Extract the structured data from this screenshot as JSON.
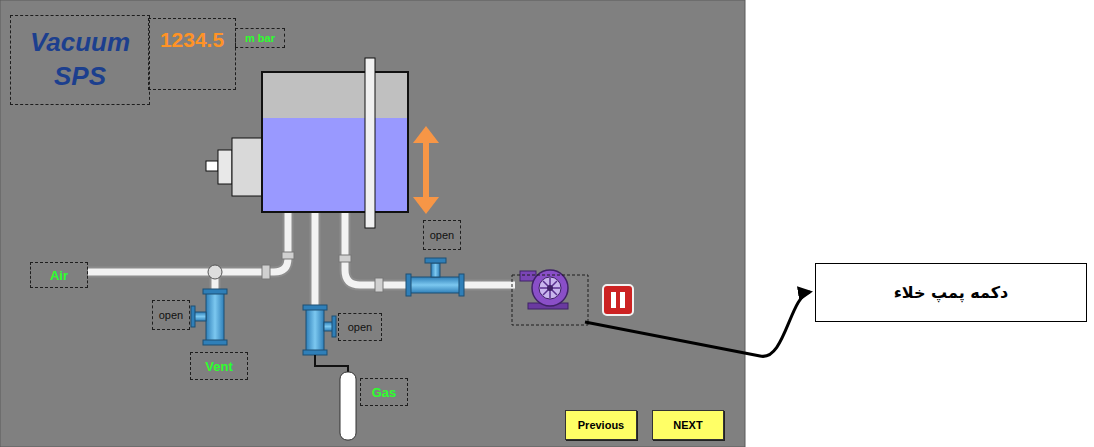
{
  "diagram": {
    "nodes": [
      {
        "text": [
          "Vacuum SPS"
        ]
      },
      {
        "text": [
          "1234.5"
        ]
      },
      {
        "text": [
          "m bar"
        ]
      },
      {
        "text": [
          "open"
        ]
      },
      {
        "text": [
          "Air"
        ]
      },
      {
        "text": [
          "open"
        ]
      },
      {
        "text": [
          "open"
        ]
      },
      {
        "text": [
          "Vent"
        ]
      },
      {
        "text": [
          "Gas"
        ]
      },
      {
        "text": [
          "Previous"
        ]
      },
      {
        "text": [
          "NEXT"
        ]
      },
      {
        "text": [
          "دکمه پمپ خلاء"
        ]
      }
    ]
  }
}
